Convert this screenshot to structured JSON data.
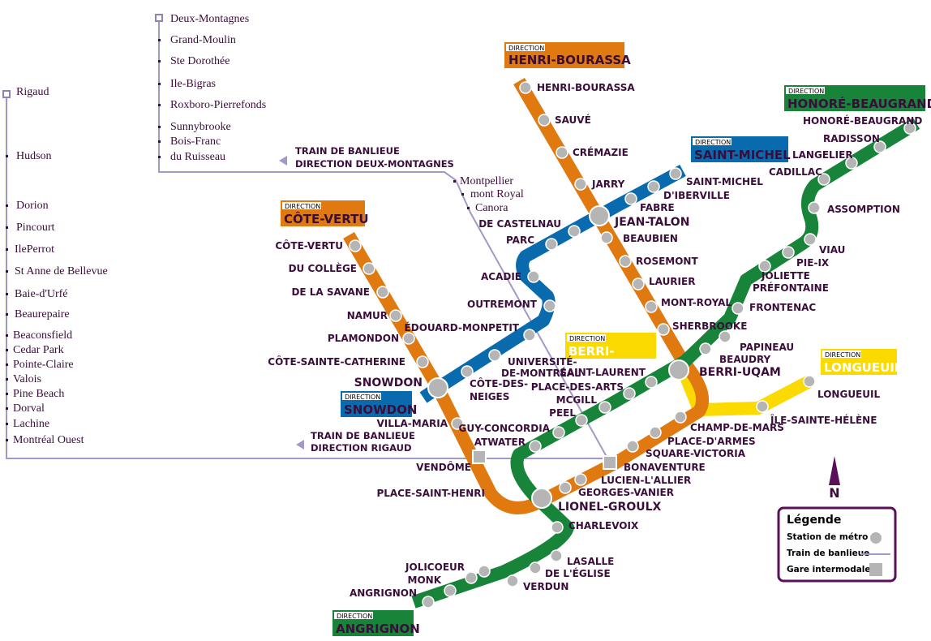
{
  "colors": {
    "orange": "#e07a10",
    "blue": "#0a6aae",
    "green": "#17843a",
    "yellow": "#fada00",
    "rail": "#a09ac8",
    "station": "#b5b5b5",
    "text": "#3a0d3a"
  },
  "directions": {
    "word": "DIRECTION",
    "henri": "HENRI-BOURASSA",
    "honore": "HONORÉ-BEAUGRAND",
    "stmichel": "SAINT-MICHEL",
    "cotevertu": "CÔTE-VERTU",
    "berri": "BERRI-",
    "longueuil": "LONGUEUIL",
    "snowdon": "SNOWDON",
    "angrignon": "ANGRIGNON"
  },
  "stations": {
    "henri_bourassa": "HENRI-BOURASSA",
    "sauve": "SAUVÉ",
    "cremazie": "CRÉMAZIE",
    "jarry": "JARRY",
    "jean_talon": "JEAN-TALON",
    "beaubien": "BEAUBIEN",
    "rosemont": "ROSEMONT",
    "laurier": "LAURIER",
    "mont_royal": "MONT-ROYAL",
    "sherbrooke": "SHERBROOKE",
    "berri_uqam": "BERRI-UQAM",
    "champ_de_mars": "CHAMP-DE-MARS",
    "place_darmes": "PLACE-D'ARMES",
    "square_victoria": "SQUARE-VICTORIA",
    "bonaventure": "BONAVENTURE",
    "lucien_lallier": "LUCIEN-L'ALLIER",
    "georges_vanier": "GEORGES-VANIER",
    "lionel_groulx": "LIONEL-GROULX",
    "place_saint_henri": "PLACE-SAINT-HENRI",
    "vendome": "VENDÔME",
    "villa_maria": "VILLA-MARIA",
    "snowdon": "SNOWDON",
    "cote_sainte_catherine": "CÔTE-SAINTE-CATHERINE",
    "plamondon": "PLAMONDON",
    "namur": "NAMUR",
    "de_la_savane": "DE LA SAVANE",
    "du_college": "DU COLLÈGE",
    "cote_vertu": "CÔTE-VERTU",
    "saint_michel": "SAINT-MICHEL",
    "diberville": "D'IBERVILLE",
    "fabre": "FABRE",
    "de_castelnau": "DE CASTELNAU",
    "parc": "PARC",
    "acadie": "ACADIE",
    "outremont": "OUTREMONT",
    "edouard_monpetit": "ÉDOUARD-MONPETIT",
    "universite_1": "UNIVERSITÉ-",
    "universite_2": "DE-MONTRÉAL",
    "cote_des_neiges_1": "CÔTE-DES-",
    "cote_des_neiges_2": "NEIGES",
    "honore_beaugrand": "HONORÉ-BEAUGRAND",
    "radisson": "RADISSON",
    "langelier": "LANGELIER",
    "cadillac": "CADILLAC",
    "assomption": "ASSOMPTION",
    "viau": "VIAU",
    "pie_ix": "PIE-IX",
    "joliette": "JOLIETTE",
    "prefontaine": "PRÉFONTAINE",
    "frontenac": "FRONTENAC",
    "papineau": "PAPINEAU",
    "beaudry": "BEAUDRY",
    "saint_laurent": "SAINT-LAURENT",
    "place_des_arts": "PLACE-DES-ARTS",
    "mcgill": "MCGILL",
    "peel": "PEEL",
    "guy_concordia": "GUY-CONCORDIA",
    "atwater": "ATWATER",
    "charlevoix": "CHARLEVOIX",
    "lasalle": "LASALLE",
    "de_leglise": "DE L'ÉGLISE",
    "verdun": "VERDUN",
    "jolicoeur": "JOLICOEUR",
    "monk": "MONK",
    "angrignon": "ANGRIGNON",
    "longueuil": "LONGUEUIL",
    "ile_sainte_helene": "ÎLE-SAINTE-HÉLÈNE"
  },
  "rigaud_line": [
    "Rigaud",
    "Hudson",
    "Dorion",
    "Pincourt",
    "IlePerrot",
    "St Anne de Bellevue",
    "Baie-d'Urfé",
    "Beaurepaire",
    "Beaconsfield",
    "Cedar  Park",
    "Pointe-Claire",
    "Valois",
    "Pine Beach",
    "Dorval",
    "Lachine",
    "Montréal Ouest"
  ],
  "deux_montagnes_line": [
    "Deux-Montagnes",
    "Grand-Moulin",
    "Ste Dorothée",
    "Ile-Bigras",
    "Roxboro-Pierrefonds",
    "Sunnybrooke",
    "Bois-Franc",
    "du Ruisseau",
    "Montpellier",
    "mont Royal",
    "Canora"
  ],
  "trains": {
    "deux_1": "TRAIN DE BANLIEUE",
    "deux_2": "DIRECTION DEUX-MONTAGNES",
    "rigaud_1": "TRAIN DE BANLIEUE",
    "rigaud_2": "DIRECTION RIGAUD"
  },
  "compass": "N",
  "legend": {
    "title": "Légende",
    "metro": "Station de métro",
    "train": "Train de banlieue",
    "gare": "Gare intermodale"
  }
}
